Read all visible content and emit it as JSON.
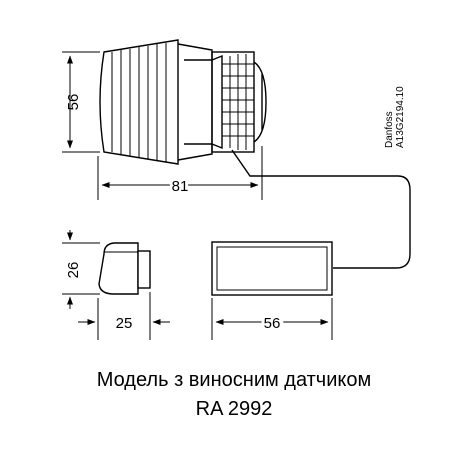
{
  "dimensions": {
    "height_top": "56",
    "width_top": "81",
    "height_small": "26",
    "width_small": "25",
    "width_sensor": "56"
  },
  "drawing_code": "Danfoss\nA13G2194.10",
  "caption": {
    "line1": "Модель з виносним датчиком",
    "line2": "RA 2992"
  }
}
